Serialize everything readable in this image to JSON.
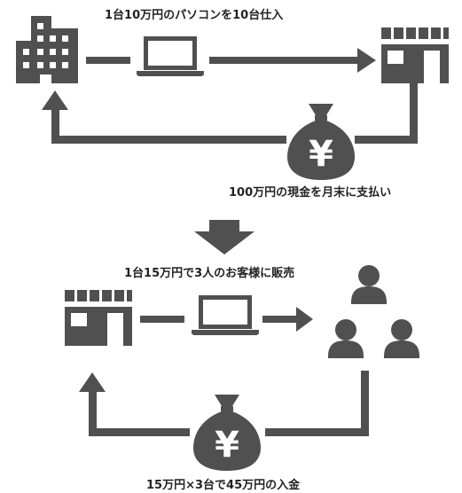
{
  "colors": {
    "icon": "#505050",
    "background": "#ffffff",
    "text": "#222222"
  },
  "top": {
    "caption_purchase": "1台10万円のパソコンを10台仕入",
    "caption_payment": "100万円の現金を月末に支払い",
    "icons": [
      "office-building-icon",
      "laptop-icon",
      "shop-icon",
      "money-bag-yen-icon"
    ]
  },
  "transition": {
    "icon": "down-arrow-icon"
  },
  "bottom": {
    "caption_sale": "1台15万円で3人のお客様に販売",
    "caption_receipt": "15万円×3台で45万円の入金",
    "icons": [
      "shop-icon",
      "laptop-icon",
      "customers-icon",
      "money-bag-yen-icon"
    ]
  },
  "yen_symbol": "¥"
}
